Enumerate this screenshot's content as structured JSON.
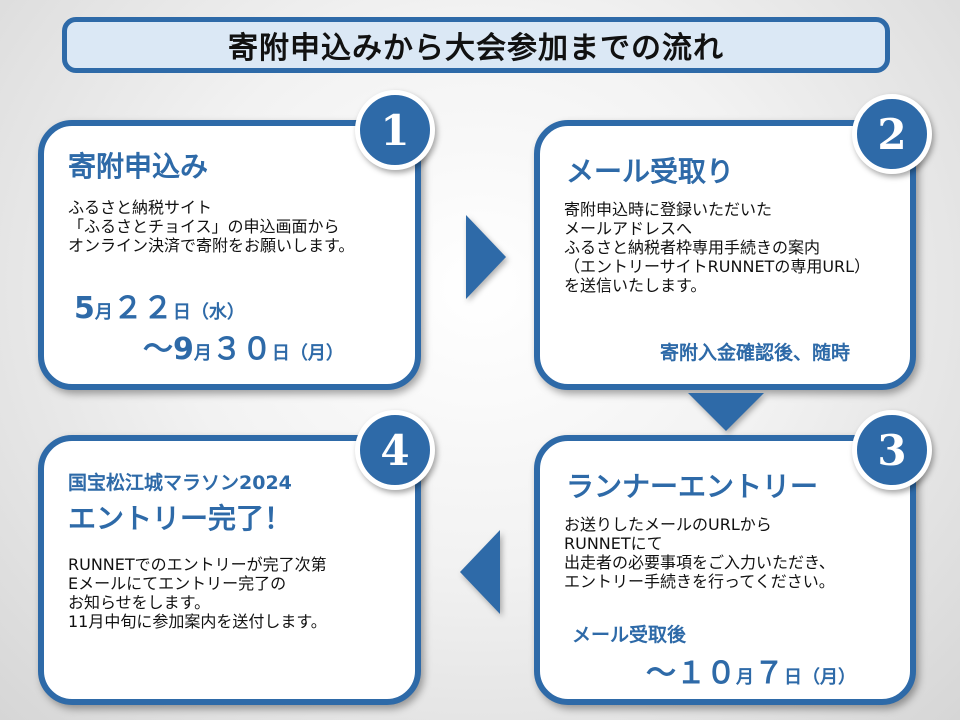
{
  "title": "寄附申込みから大会参加までの流れ",
  "colors": {
    "accent": "#2e6aa8",
    "title_bg": "#dbe8f5"
  },
  "steps": [
    {
      "number": "1",
      "heading": "寄附申込み",
      "lines": [
        "ふるさと納税サイト",
        "「ふるさとチョイス」の申込画面から",
        "オンライン決済で寄附をお願いします。"
      ],
      "date_line1": {
        "month": "5",
        "m": "月",
        "day": "２２",
        "d": "日",
        "weekday": "（水）"
      },
      "date_line2": {
        "prefix": "～",
        "month": "9",
        "m": "月",
        "day": "３０",
        "d": "日",
        "weekday": "（月）"
      }
    },
    {
      "number": "2",
      "heading": "メール受取り",
      "lines": [
        "寄附申込時に登録いただいた",
        "メールアドレスへ",
        "ふるさと納税者枠専用手続きの案内",
        "（エントリーサイトRUNNETの専用URL）",
        "を送信いたします。"
      ],
      "note": "寄附入金確認後、随時"
    },
    {
      "number": "3",
      "heading": "ランナーエントリー",
      "lines": [
        "お送りしたメールのURLから",
        "RUNNETにて",
        "出走者の必要事項をご入力いただき、",
        "エントリー手続きを行ってください。"
      ],
      "note": "メール受取後",
      "date_line": {
        "prefix": "～",
        "month": "１０",
        "m": "月",
        "day": "７",
        "d": "日",
        "weekday": "（月）"
      }
    },
    {
      "number": "4",
      "subheading": "国宝松江城マラソン2024",
      "heading": "エントリー完了！",
      "lines": [
        "RUNNETでのエントリーが完了次第",
        "Eメールにてエントリー完了の",
        "お知らせをします。",
        "11月中旬に参加案内を送付します。"
      ]
    }
  ],
  "icons": [
    "arrow-right-icon",
    "arrow-down-icon",
    "arrow-left-icon"
  ]
}
